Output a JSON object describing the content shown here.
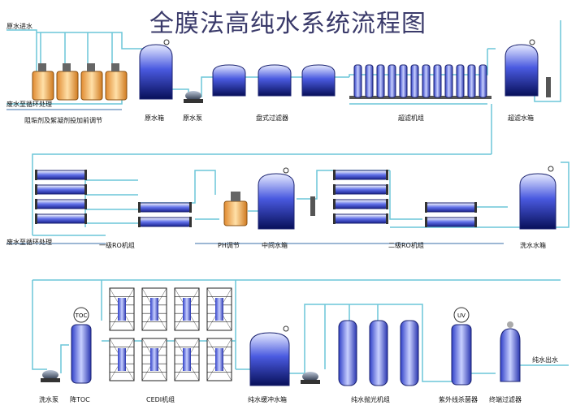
{
  "title": "全膜法高纯水系统流程图",
  "colors": {
    "pipe": "#6cc6d8",
    "pipe_dark": "#3a6fa8",
    "tank_top": "#dfe6ff",
    "tank_mid": "#3a4ad8",
    "tank_bottom": "#0a1260",
    "dosing": "#f0a24a",
    "frame": "#444444"
  },
  "labels": {
    "raw_inlet": "原水进水",
    "reflux1": "废水至循环处理",
    "dosing": "阻垢剂及絮凝剂投加前调节",
    "raw_tank": "原水箱",
    "raw_pump": "原水泵",
    "multi_filter": "盘式过滤器",
    "uf_unit": "超滤机组",
    "uf_tank": "超滤水箱",
    "reflux2": "废水至循环处理",
    "ro1": "一级RO机组",
    "ph_adjust": "PH调节",
    "mid_tank": "中间水箱",
    "ro2": "二级RO机组",
    "wash_tank": "洗水水箱",
    "wash_pump": "洗水泵",
    "toc_label": "降TOC",
    "toc_badge": "TOC",
    "cedi": "CEDI机组",
    "pure_tank": "纯水缓冲水箱",
    "polish": "纯水抛光机组",
    "uv": "紫外线杀菌器",
    "uv_badge": "UV",
    "final_filter": "终端过滤器",
    "pure_out": "纯水出水"
  }
}
